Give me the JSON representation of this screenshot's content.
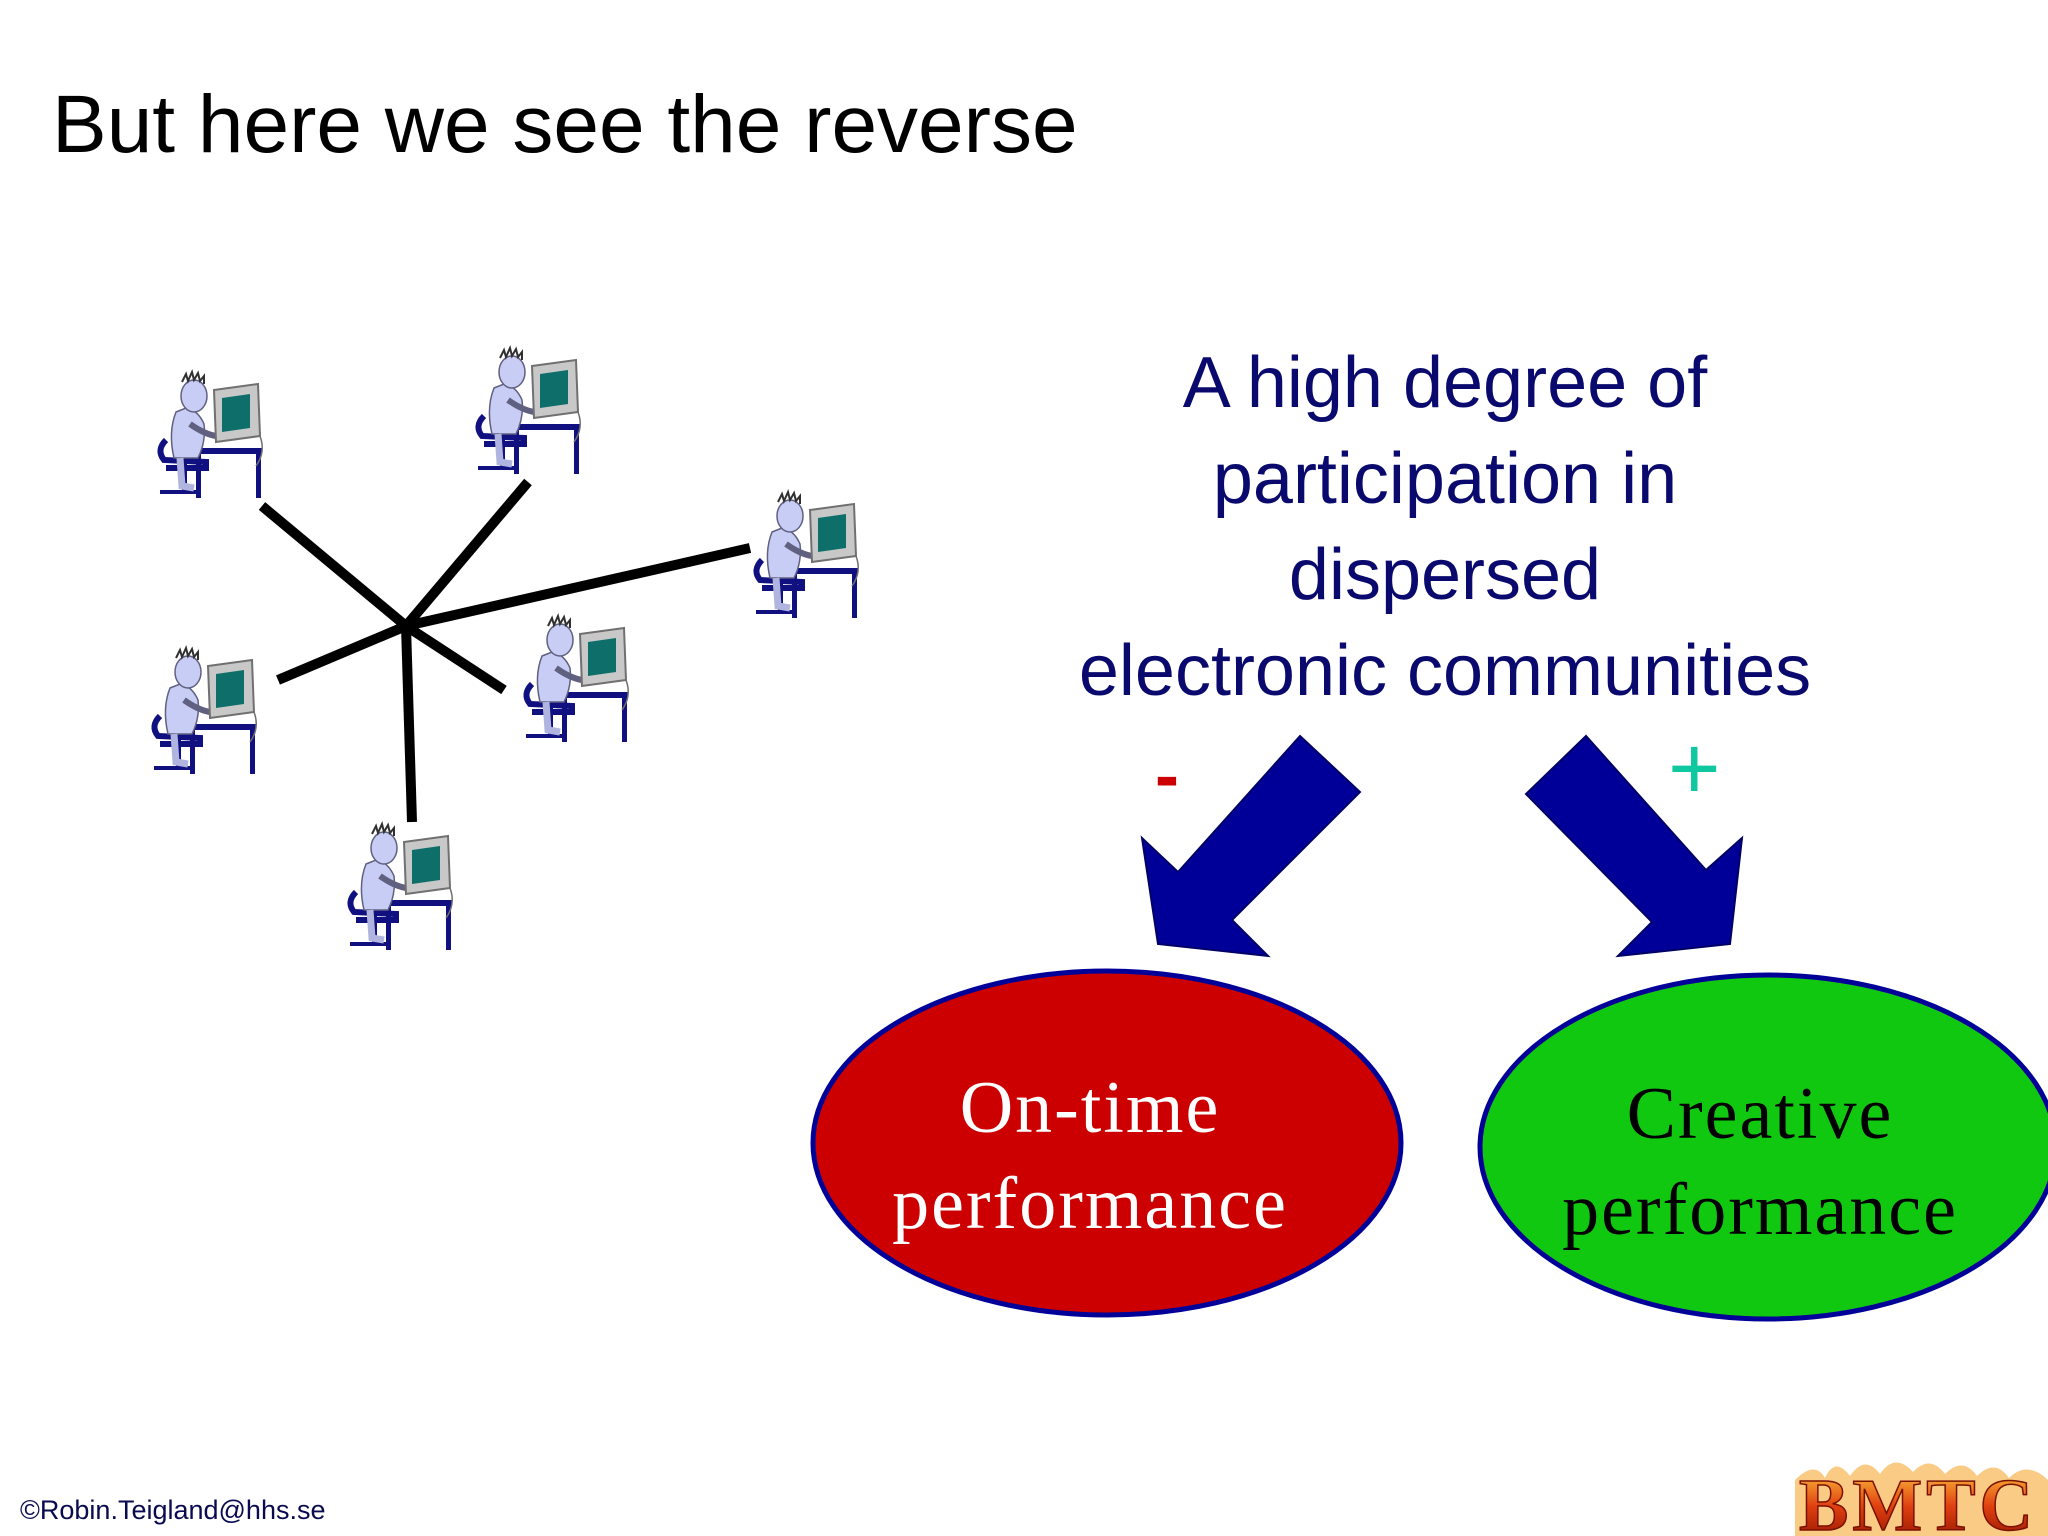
{
  "slide": {
    "title": "But here we see the reverse"
  },
  "central": {
    "lines": [
      "A high degree of",
      "participation in",
      "dispersed",
      "electronic communities"
    ],
    "color": "#0a0a6e"
  },
  "effects": {
    "negative_sign": "-",
    "positive_sign": "+",
    "negative_color": "#cc0000",
    "positive_color": "#10c8a0",
    "arrow_color": "#000099"
  },
  "outcomes": [
    {
      "line1": "On-time",
      "line2": "performance",
      "fill": "#cc0000",
      "text_color": "#ffffff"
    },
    {
      "line1": "Creative",
      "line2": "performance",
      "fill": "#11c811",
      "text_color": "#000000"
    }
  ],
  "network": {
    "icon": "person-at-computer-icon",
    "node_count": 6
  },
  "footer": {
    "credit": "©Robin.Teigland@hhs.se"
  },
  "logo": {
    "text": "BMTC"
  }
}
